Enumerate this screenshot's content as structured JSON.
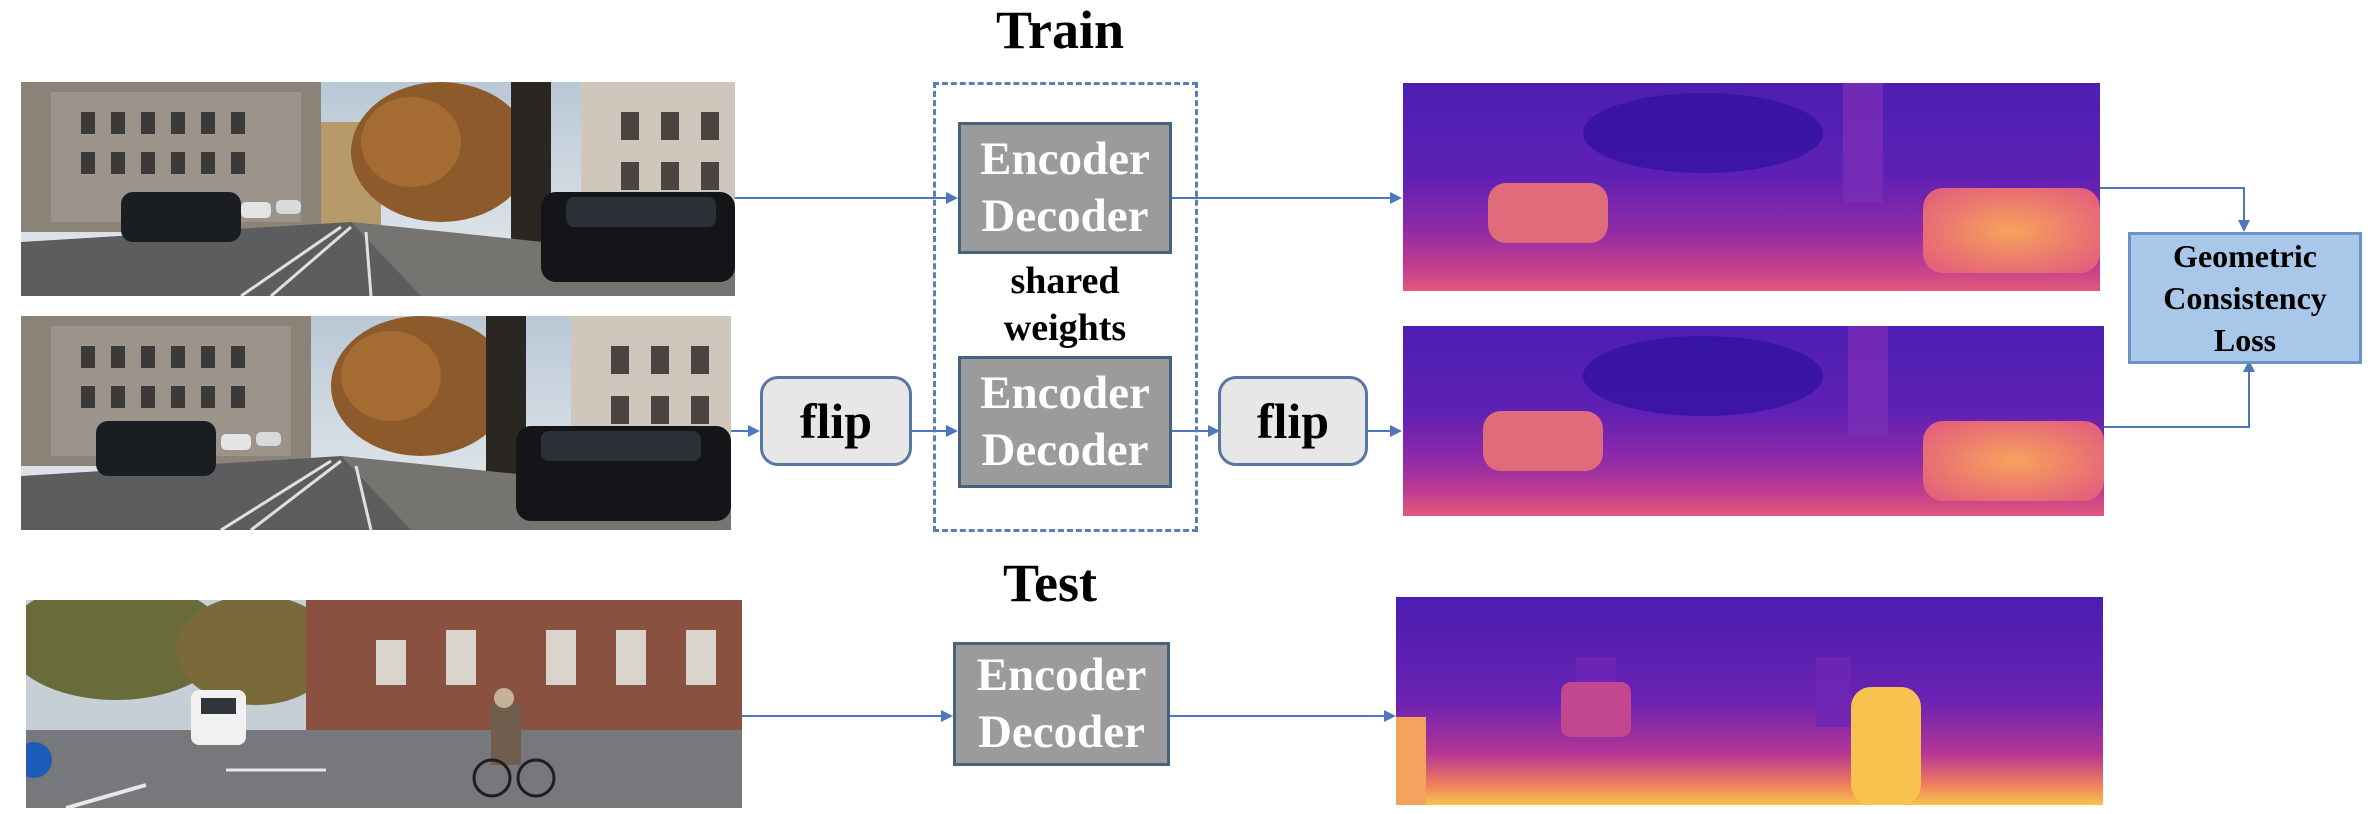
{
  "train_title": "Train",
  "test_title": "Test",
  "encoder_label": "Encoder",
  "decoder_label": "Decoder",
  "flip_label": "flip",
  "shared_weights": [
    "shared",
    "weights"
  ],
  "loss_label": [
    "Geometric",
    "Consistency",
    "Loss"
  ],
  "colors": {
    "arrow": "#4f77be",
    "encdec_fill": "#9b9b9b",
    "flip_fill": "#e7e7e7",
    "loss_fill": "#a9c7e8"
  }
}
